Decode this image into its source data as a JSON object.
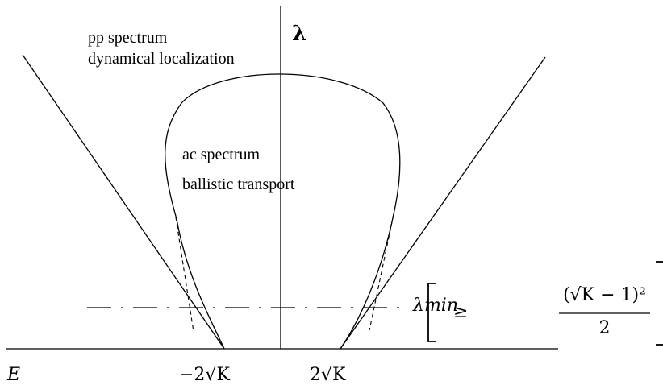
{
  "labels": {
    "pp_spectrum": "pp spectrum",
    "dynamical_localization": "dynamical localization",
    "ac_spectrum": "ac spectrum",
    "ballistic_transport": "ballistic transport",
    "lambda_axis": "λ",
    "energy_axis": "E",
    "neg_edge": "−2√K",
    "pos_edge": "2√K",
    "lambda_min": "λmin",
    "bound_rel": "≥",
    "bound_numerator": "(√K − 1)²",
    "bound_denominator": "2"
  }
}
